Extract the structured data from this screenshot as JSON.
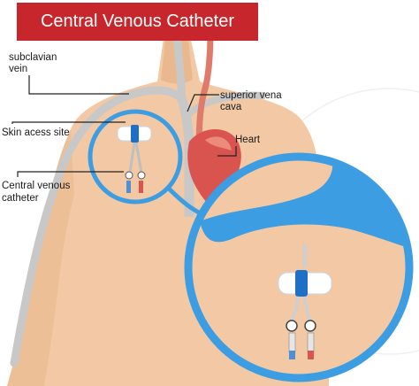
{
  "title": "Central Venous Catheter",
  "labels": {
    "subclavian_vein_1": "subclavian",
    "subclavian_vein_2": "vein",
    "superior_vena_cava_1": "superior vena",
    "superior_vena_cava_2": "cava",
    "heart": "Heart",
    "skin_access_site": "Skin acess site",
    "central_venous_catheter_1": "Central venous",
    "central_venous_catheter_2": "catheter"
  },
  "colors": {
    "banner": "#c8262d",
    "skin": "#f2c9a4",
    "skin_shadow": "#e9b88f",
    "magnifier_ring": "#3d9de2",
    "vein": "#c8c8c8",
    "catheter_hub": "#1e6fc6",
    "heart": "#d9534f"
  }
}
